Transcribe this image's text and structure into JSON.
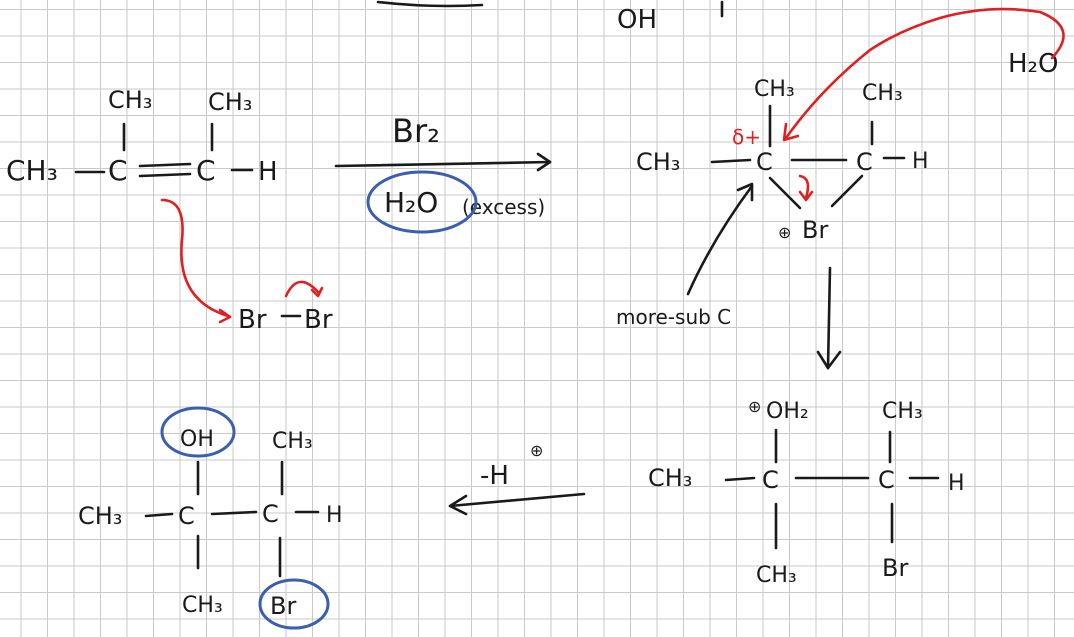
{
  "reactant": {
    "ch3_left": "CH₃",
    "c1": "C",
    "c2": "C",
    "h": "H",
    "ch3_top1": "CH₃",
    "ch3_top2": "CH₃"
  },
  "bromine": {
    "br1": "Br",
    "br2": "Br"
  },
  "reagents": {
    "top": "Br₂",
    "bottom_h2o": "H₂O",
    "bottom_excess": "(excess)"
  },
  "bromonium": {
    "ch3_left": "CH₃",
    "ch3_top1": "CH₃",
    "ch3_top2": "CH₃",
    "c1": "C",
    "c2": "C",
    "h": "H",
    "br": "Br",
    "plus": "⊕",
    "delta": "δ+",
    "nucleophile": "H₂O",
    "annotation": "more-sub C"
  },
  "oxonium": {
    "oh2": "OH₂",
    "plus": "⊕",
    "ch3_top": "CH₃",
    "ch3_left": "CH₃",
    "c1": "C",
    "c2": "C",
    "h": "H",
    "ch3_bottom": "CH₃",
    "br": "Br"
  },
  "deprotonation": {
    "label": "-H",
    "plus": "⊕"
  },
  "product": {
    "oh": "OH",
    "ch3_top": "CH₃",
    "ch3_left": "CH₃",
    "c1": "C",
    "c2": "C",
    "h": "H",
    "ch3_bottom": "CH₃",
    "br": "Br"
  },
  "top_partial": {
    "oh": "OH"
  },
  "colors": {
    "ink": "#1a1a1a",
    "arrow_red": "#e02020",
    "circle_blue": "#3a5fb0",
    "grid": "#c9c9c9"
  }
}
